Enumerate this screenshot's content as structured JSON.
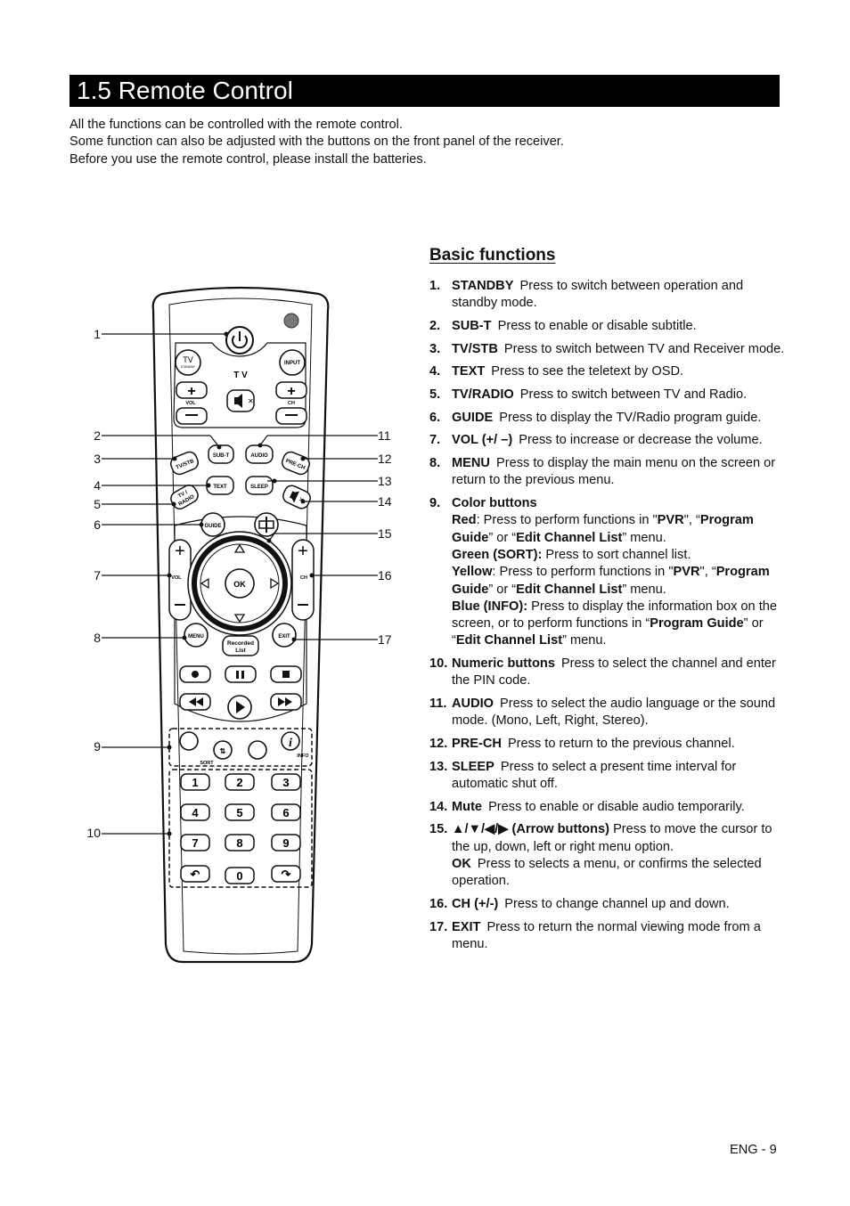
{
  "header": {
    "title": "1.5  Remote Control"
  },
  "intro": [
    "All the functions can be controlled with the remote control.",
    "Some function can also be adjusted with the buttons on the front panel of the receiver.",
    "Before you use the remote control, please install the batteries."
  ],
  "basic_functions": {
    "heading": "Basic functions",
    "items": [
      {
        "num": "1.",
        "label": "STANDBY",
        "text": "Press to switch between operation and standby mode."
      },
      {
        "num": "2.",
        "label": "SUB-T",
        "text": "Press to enable or disable subtitle."
      },
      {
        "num": "3.",
        "label": "TV/STB",
        "text": "Press to switch between TV and Receiver mode."
      },
      {
        "num": "4.",
        "label": "TEXT",
        "text": "Press to see the teletext by OSD."
      },
      {
        "num": "5.",
        "label": "TV/RADIO",
        "text": "Press to switch between TV and Radio."
      },
      {
        "num": "6.",
        "label": "GUIDE",
        "text": "Press to display the TV/Radio program guide."
      },
      {
        "num": "7.",
        "label": "VOL (+/ –)",
        "text": "Press to increase or decrease the volume."
      },
      {
        "num": "8.",
        "label": "MENU",
        "text": "Press to display the main menu on the screen or return to the previous menu."
      }
    ],
    "color": {
      "num": "9.",
      "heading": "Color buttons",
      "red_label": "Red",
      "red_text_a": ": Press to perform functions in \"",
      "pvr": "PVR",
      "sep": "\", “",
      "program_guide": "Program Guide",
      "or": "” or “",
      "edit_channel_list": "Edit Channel List",
      "menu_end": "” menu.",
      "green_label": "Green (SORT):",
      "green_text": " Press to sort channel list.",
      "yellow_label": "Yellow",
      "yellow_text_a": ": Press to perform functions in \"",
      "blue_label": "Blue (INFO):",
      "blue_text_a": " Press to display the information box on the screen, or to perform functions in “"
    },
    "items2": [
      {
        "num": "10.",
        "label": "Numeric buttons",
        "text": "Press to select the channel and enter the PIN code."
      },
      {
        "num": "11.",
        "label": "AUDIO",
        "text": "Press to select the audio language or the sound mode. (Mono, Left, Right, Stereo)."
      },
      {
        "num": "12.",
        "label": "PRE-CH",
        "text": "Press to return to the previous channel."
      },
      {
        "num": "13.",
        "label": "SLEEP",
        "text": "Press to select a present time interval for automatic shut off."
      },
      {
        "num": "14.",
        "label": "Mute",
        "text": "Press to enable or disable audio temporarily."
      }
    ],
    "arrow": {
      "num": "15.",
      "label": "▲/▼/◀/▶ (Arrow buttons)",
      "text": "Press to move the cursor to the up, down, left or right menu option.",
      "ok_label": "OK",
      "ok_text": "Press to selects a menu, or confirms the selected operation."
    },
    "items3": [
      {
        "num": "16.",
        "label": "CH (+/-)",
        "text": "Press to change channel up and down."
      },
      {
        "num": "17.",
        "label": "EXIT",
        "text": "Press to return the normal viewing mode from a menu."
      }
    ]
  },
  "remote": {
    "callouts_left": [
      "1",
      "2",
      "3",
      "4",
      "5",
      "6",
      "7",
      "8",
      "9",
      "10"
    ],
    "callouts_right": [
      "11",
      "12",
      "13",
      "14",
      "15",
      "16",
      "17"
    ],
    "buttons": {
      "tv": "TV",
      "standby": "STANDBY",
      "input": "INPUT",
      "tv_center": "T V",
      "vol": "VOL",
      "ch": "CH",
      "sub_t": "SUB-T",
      "audio": "AUDIO",
      "tv_stb": "TV/STB",
      "pre_ch": "PRE-CH",
      "text": "TEXT",
      "sleep": "SLEEP",
      "tv_radio_top": "TV /",
      "tv_radio_bottom": "RADIO",
      "guide": "GUIDE",
      "ok": "OK",
      "menu": "MENU",
      "exit": "EXIT",
      "recorded": "Recorded",
      "list": "List",
      "sort": "SORT",
      "info": "INFO",
      "digits": [
        "1",
        "2",
        "3",
        "4",
        "5",
        "6",
        "7",
        "8",
        "9",
        "0"
      ]
    }
  },
  "page_number": "ENG - 9"
}
